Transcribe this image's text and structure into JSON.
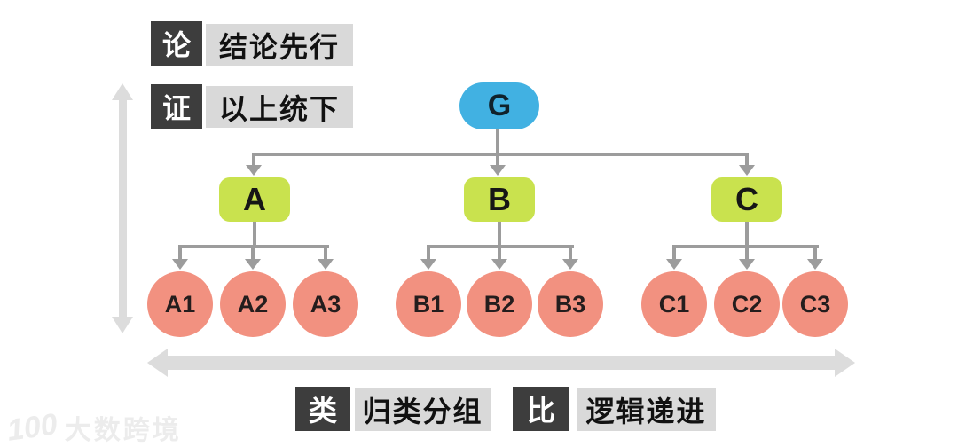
{
  "legend": {
    "top": [
      {
        "key": "论",
        "text": "结论先行"
      },
      {
        "key": "证",
        "text": "以上统下"
      }
    ],
    "bottom": [
      {
        "key": "类",
        "text": "归类分组"
      },
      {
        "key": "比",
        "text": "逻辑递进"
      }
    ]
  },
  "tree": {
    "root": {
      "label": "G"
    },
    "branches": [
      {
        "label": "A",
        "children": [
          "A1",
          "A2",
          "A3"
        ]
      },
      {
        "label": "B",
        "children": [
          "B1",
          "B2",
          "B3"
        ]
      },
      {
        "label": "C",
        "children": [
          "C1",
          "C2",
          "C3"
        ]
      }
    ]
  },
  "watermark": {
    "logo": "100",
    "text": "大数跨境"
  },
  "colors": {
    "root_bg": "#41b1e2",
    "branch_bg": "#c9e24e",
    "leaf_bg": "#f29180",
    "connector": "#9c9c9c",
    "axis_arrow": "#dcdcdc",
    "legend_key_bg": "#3d3d3d",
    "legend_key_text": "#ffffff",
    "legend_text_bg": "#d9d9d9",
    "legend_text_color": "#111111"
  }
}
